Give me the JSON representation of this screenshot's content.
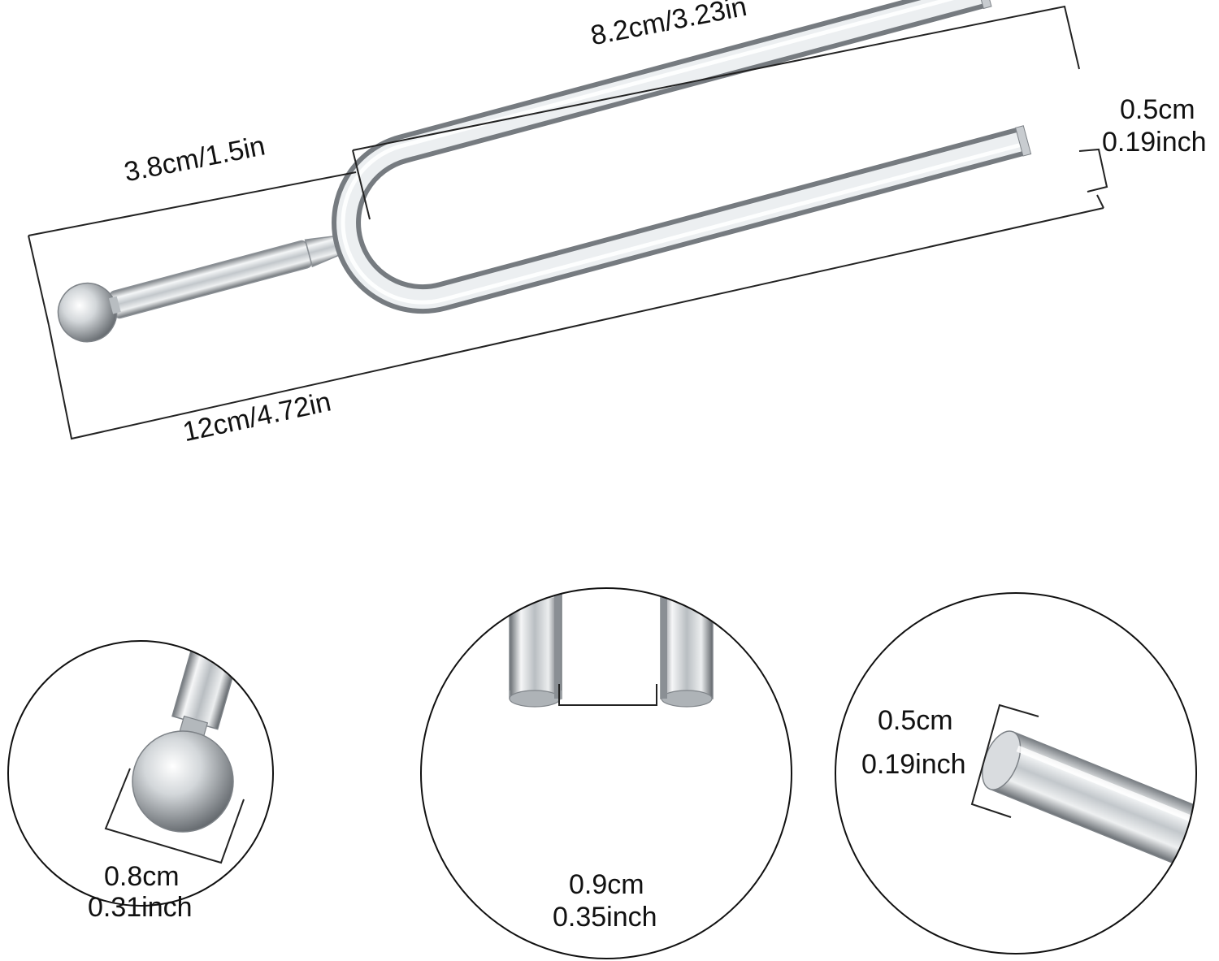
{
  "main_view": {
    "tine_length": "8.2cm/3.23in",
    "stem_length": "3.8cm/1.5in",
    "total_length": "12cm/4.72in",
    "tine_width_cm": "0.5cm",
    "tine_width_in": "0.19inch"
  },
  "details": {
    "ball": {
      "cm": "0.8cm",
      "in": "0.31inch"
    },
    "gap": {
      "cm": "0.9cm",
      "in": "0.35inch"
    },
    "end": {
      "cm": "0.5cm",
      "in": "0.19inch"
    }
  },
  "colors": {
    "dimension_line": "#222222",
    "metal_highlight": "#ffffff",
    "metal_mid": "#c9cdd1",
    "metal_dark": "#6e7378",
    "circle_outline": "#111111"
  }
}
